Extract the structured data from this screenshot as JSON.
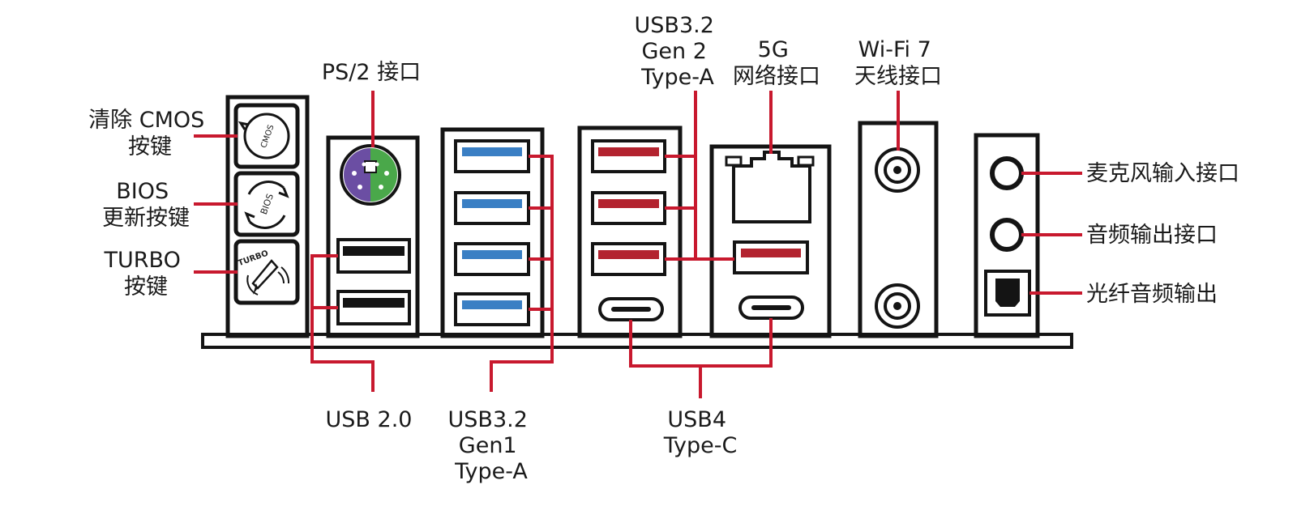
{
  "labels": {
    "clear_cmos": [
      "清除 CMOS",
      "按键"
    ],
    "bios_update": [
      "BIOS",
      "更新按键"
    ],
    "turbo": [
      "TURBO",
      "按键"
    ],
    "ps2": [
      "PS/2 接口"
    ],
    "usb_gen2": [
      "USB3.2",
      "Gen 2",
      "Type-A"
    ],
    "lan_5g": [
      "5G",
      "网络接口"
    ],
    "wifi7": [
      "Wi-Fi 7",
      "天线接口"
    ],
    "mic_in": [
      "麦克风输入接口"
    ],
    "audio_out": [
      "音频输出接口"
    ],
    "optical_out": [
      "光纤音频输出"
    ],
    "usb20": [
      "USB 2.0"
    ],
    "usb_gen1": [
      "USB3.2",
      "Gen1",
      "Type-A"
    ],
    "usb4": [
      "USB4",
      "Type-C"
    ]
  },
  "button_icons": {
    "cmos": "CMOS",
    "bios": "BIOS",
    "turbo": "TURBO"
  },
  "colors": {
    "leader": "#c8192e",
    "outline": "#141414",
    "usb_gen1_blue": "#3a7fc4",
    "usb_gen2_red": "#b3232f",
    "ps2_purple": "#6b4ea3",
    "ps2_green": "#4aa84a"
  }
}
